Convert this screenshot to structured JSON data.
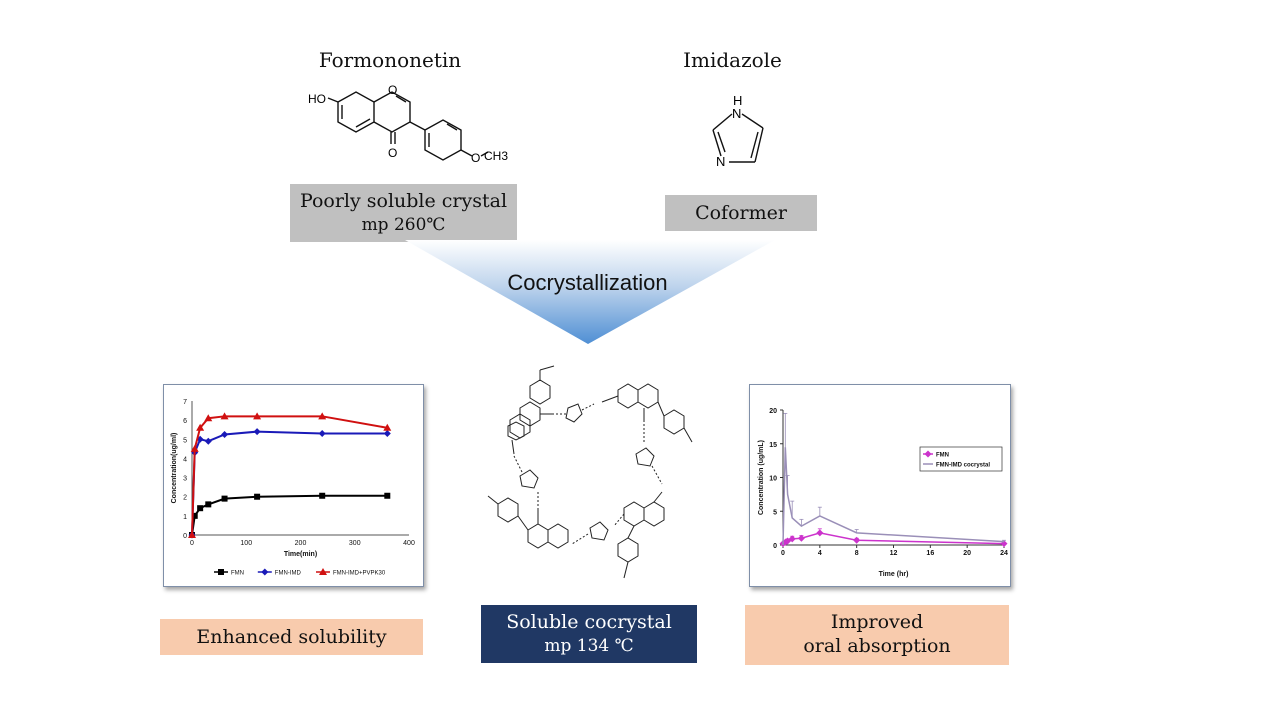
{
  "top": {
    "left_compound": "Formononetin",
    "right_compound": "Imidazole",
    "left_box_line1": "Poorly soluble crystal",
    "left_box_line2": "mp 260℃",
    "right_box": "Coformer",
    "process": "Cocrystallization"
  },
  "molecule_labels": {
    "ho": "HO",
    "o_ring": "O",
    "o_keto": "O",
    "o_methoxy": "O",
    "ch3": "CH3",
    "n_h": "H",
    "n_top": "N",
    "n_bottom": "N"
  },
  "bottom": {
    "left_box": "Enhanced solubility",
    "center_box_line1": "Soluble cocrystal",
    "center_box_line2": "mp 134 ℃",
    "right_box_line1": "Improved",
    "right_box_line2": "oral absorption"
  },
  "chart_data": [
    {
      "type": "line",
      "xlabel": "Time(min)",
      "ylabel": "Concentration(ug/ml)",
      "xlim": [
        0,
        400
      ],
      "ylim": [
        0,
        7
      ],
      "xticks": [
        "0",
        "100",
        "200",
        "300",
        "400"
      ],
      "yticks": [
        "0",
        "1",
        "2",
        "3",
        "4",
        "5",
        "6",
        "7"
      ],
      "legend_position": "bottom",
      "series": [
        {
          "name": "FMN",
          "color": "#000000",
          "marker": "square",
          "x": [
            0,
            5,
            15,
            30,
            60,
            120,
            240,
            360
          ],
          "y": [
            0,
            1.0,
            1.4,
            1.6,
            1.9,
            2.0,
            2.05,
            2.05
          ]
        },
        {
          "name": "FMN-IMD",
          "color": "#1a1ab8",
          "marker": "diamond",
          "x": [
            0,
            5,
            15,
            30,
            60,
            120,
            240,
            360
          ],
          "y": [
            0,
            4.3,
            5.0,
            4.9,
            5.25,
            5.4,
            5.3,
            5.3
          ]
        },
        {
          "name": "FMN-IMD+PVPK30",
          "color": "#d01010",
          "marker": "triangle",
          "x": [
            0,
            5,
            15,
            30,
            60,
            120,
            240,
            360
          ],
          "y": [
            0,
            4.5,
            5.6,
            6.1,
            6.2,
            6.2,
            6.2,
            5.6
          ]
        }
      ]
    },
    {
      "type": "line",
      "xlabel": "Time (hr)",
      "ylabel": "Concentration (ug/mL)",
      "xlim": [
        0,
        24
      ],
      "ylim": [
        0,
        20
      ],
      "xticks": [
        "0",
        "4",
        "8",
        "12",
        "16",
        "20",
        "24"
      ],
      "yticks": [
        "0",
        "5",
        "10",
        "15",
        "20"
      ],
      "legend_position": "top-right",
      "series": [
        {
          "name": "FMN",
          "color": "#cc33cc",
          "marker": "diamond",
          "x": [
            0,
            0.25,
            0.5,
            1,
            2,
            4,
            8,
            24
          ],
          "y": [
            0.2,
            0.4,
            0.6,
            0.9,
            1.0,
            1.8,
            0.7,
            0.2
          ],
          "err": [
            0,
            0.2,
            0.3,
            0.4,
            0.4,
            0.6,
            0.3,
            0.1
          ]
        },
        {
          "name": "FMN-IMD cocrystal",
          "color": "#9a8fb8",
          "marker": "none",
          "x": [
            0,
            0.25,
            0.5,
            1,
            2,
            4,
            8,
            24
          ],
          "y": [
            0,
            14.5,
            7.5,
            4.0,
            2.8,
            4.3,
            1.8,
            0.5
          ],
          "err": [
            0,
            5.0,
            2.8,
            2.5,
            1.0,
            1.3,
            0.5,
            0.2
          ]
        }
      ]
    }
  ]
}
